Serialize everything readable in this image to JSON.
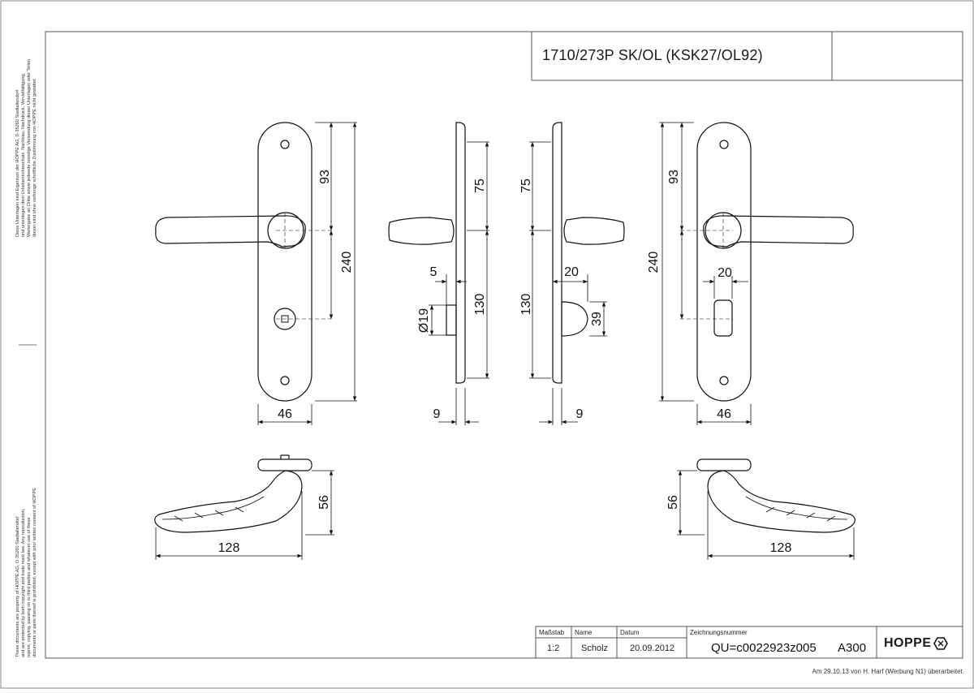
{
  "title": "1710/273P SK/OL (KSK27/OL92)",
  "side_note_de": [
    "Diese Unterlagen sind Eigentum der HOPPE AG, D-35260 Stadtallendorf",
    "und unterliegen dem Urheberrechtsschutz. Nachbau, Nachdruck, Vervielfältigung,",
    "Weitergabe an Dritte sowie jedwede sonstige Verwendung dieser Unterlagen oder Teilen",
    "davon sind ohne vorherige schriftliche Zustimmung von HOPPE nicht gestattet."
  ],
  "side_note_en": [
    "These documents are property of HOPPE AG, D-35260 Stadtallendorf",
    "and are protected by both copyright and trade mark law. Any reproduction,",
    "reprint, copying, passing on to third parties and whatever use of these",
    "documents or parts thereof is prohibited, except with prior written consent of HOPPE"
  ],
  "dimensions": {
    "d93": "93",
    "d240": "240",
    "d46": "46",
    "d75": "75",
    "d5": "5",
    "d19": "Ø19",
    "d130": "130",
    "d9": "9",
    "d20": "20",
    "d39": "39",
    "d56": "56",
    "d128": "128"
  },
  "title_block": {
    "scale_label": "Maßstab",
    "scale_value": "1:2",
    "name_label": "Name",
    "name_value": "Scholz",
    "date_label": "Datum",
    "date_value": "20.09.2012",
    "drawing_label": "Zeichnungsnummer",
    "drawing_number": "QU=c0022923z005",
    "sheet_size": "A300",
    "brand": "HOPPE"
  },
  "footer": "Am 29.10.13 von H. Harf (Werbung N1) überarbeitet."
}
